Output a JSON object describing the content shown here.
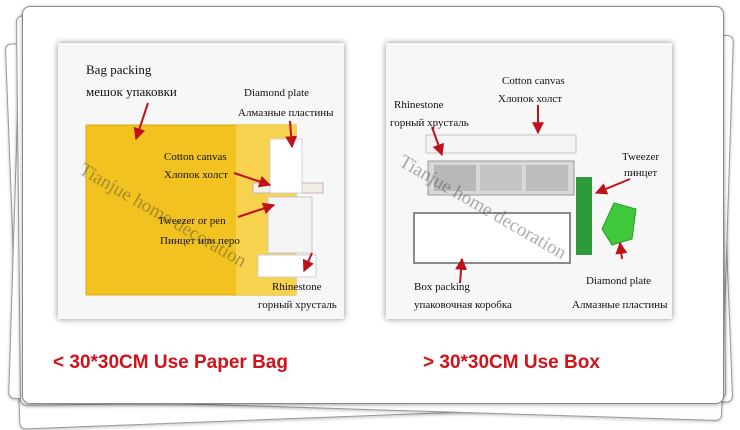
{
  "left_panel": {
    "bag_packing_en": "Bag packing",
    "bag_packing_ru": "мешок упаковки",
    "diamond_plate_en": "Diamond plate",
    "diamond_plate_ru": "Алмазные пластины",
    "cotton_canvas_en": "Cotton canvas",
    "cotton_canvas_ru": "Хлопок холст",
    "tweezer_en": "Tweezer or pen",
    "tweezer_ru": "Пинцет или перо",
    "rhinestone_en": "Rhinestone",
    "rhinestone_ru": "горный хрусталь",
    "caption": "< 30*30CM Use Paper Bag",
    "colors": {
      "bag": "#f2c320",
      "arrow": "#c0111a"
    }
  },
  "right_panel": {
    "cotton_canvas_en": "Cotton canvas",
    "cotton_canvas_ru": "Хлопок холст",
    "rhinestone_en": "Rhinestone",
    "rhinestone_ru": "горный хрусталь",
    "tweezer_en": "Tweezer",
    "tweezer_ru": "пинцет",
    "box_packing_en": "Box packing",
    "box_packing_ru": "упаковочная коробка",
    "diamond_plate_en": "Diamond plate",
    "diamond_plate_ru": "Алмазные пластины",
    "caption": "> 30*30CM Use Box",
    "colors": {
      "plate": "#3fc93a",
      "tweezer": "#2f9a3a"
    }
  },
  "watermark": {
    "left": "Tianjue home decoration",
    "right": "Tianjue home decoration"
  }
}
